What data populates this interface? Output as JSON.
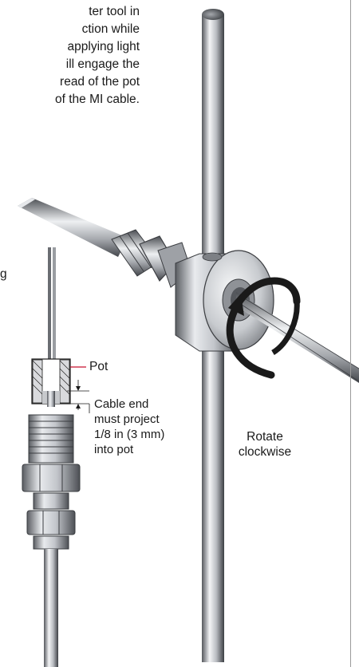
{
  "instructions": {
    "lines": [
      "ter tool in",
      "ction while",
      "applying light",
      "ill engage the",
      "read of the pot",
      "of the MI cable."
    ]
  },
  "stray_text": "g",
  "labels": {
    "pot": "Pot",
    "cable_end": [
      "Cable end",
      "must project",
      "1/8 in (3 mm)",
      "into pot"
    ],
    "rotate": [
      "Rotate",
      "clockwise"
    ]
  },
  "colors": {
    "accent": "#c8102e",
    "steel_dark": "#4a4d52",
    "steel_light": "#f2f3f5",
    "frame": "#9a9a9a"
  }
}
